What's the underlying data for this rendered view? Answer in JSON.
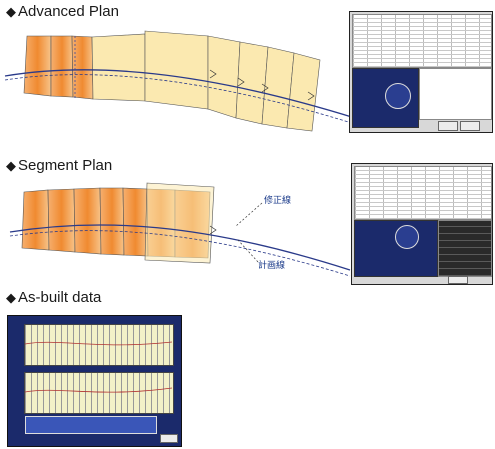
{
  "sections": {
    "advanced": {
      "bullet": "◆",
      "title": "Advanced Plan"
    },
    "segment": {
      "bullet": "◆",
      "title": "Segment Plan"
    },
    "asbuilt": {
      "bullet": "◆",
      "title": "As-built data"
    }
  },
  "callouts": {
    "corrected_line": "修正線",
    "planned_line": "計画線"
  },
  "colors": {
    "segment_orange": "#f08a30",
    "segment_yellow": "#fbe9b0",
    "line_blue": "#2a3a8a",
    "window_grey": "#d8d8d8",
    "dialog_navy": "#1b2a6b",
    "plot_yellow": "#f3f1c8",
    "legend_panel": "#3a56b8"
  },
  "icons": [
    "diamond-bullet-icon"
  ]
}
